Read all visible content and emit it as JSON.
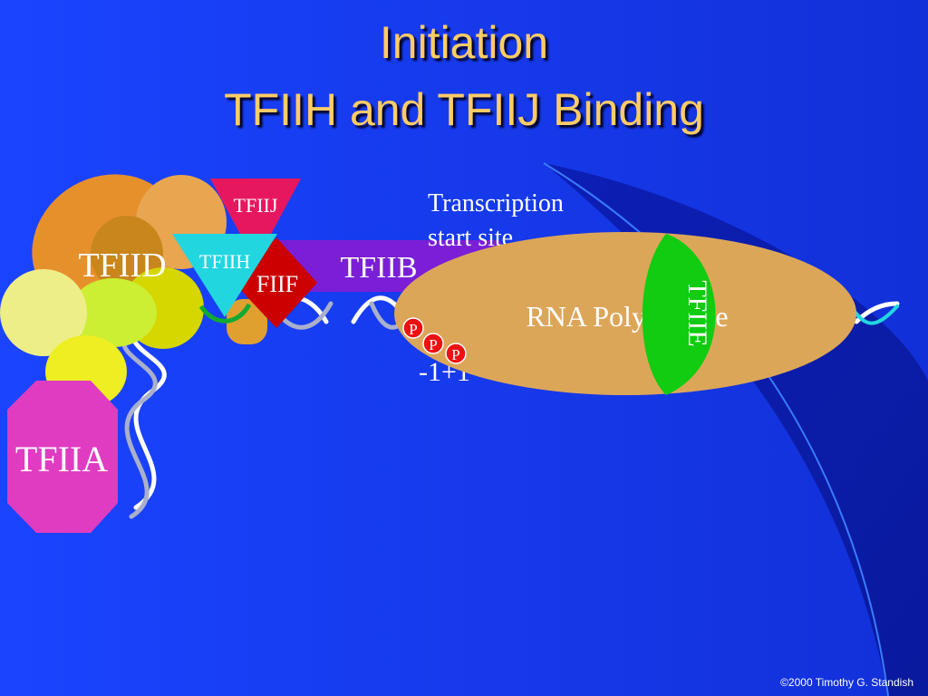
{
  "title": {
    "line1": "Initiation",
    "line2": "TFIIH and TFIIJ Binding"
  },
  "labels": {
    "tfiij": "TFIIJ",
    "tfiih": "TFIIH",
    "tfiif": "FIIF",
    "tfiib": "TFIIB",
    "tfiid": "TFIID",
    "tfiia": "TFIIA",
    "tfiie": "TFIIE",
    "rna_polymerase": "RNA Polymerase",
    "transcription_line1": "Transcription",
    "transcription_line2": "start site",
    "position_marker": "-1+1",
    "phosphate": "P"
  },
  "footer": "©2000 Timothy G. Standish",
  "colors": {
    "background": "#1633e6",
    "title": "#ffcc66",
    "tfiij": "#e6175f",
    "tfiih": "#22d6e0",
    "tfiif": "#cc0000",
    "tfiib": "#7a1fd6",
    "polymerase": "#dca659",
    "tfiie": "#11cc11",
    "tfiia": "#e03cc2"
  }
}
